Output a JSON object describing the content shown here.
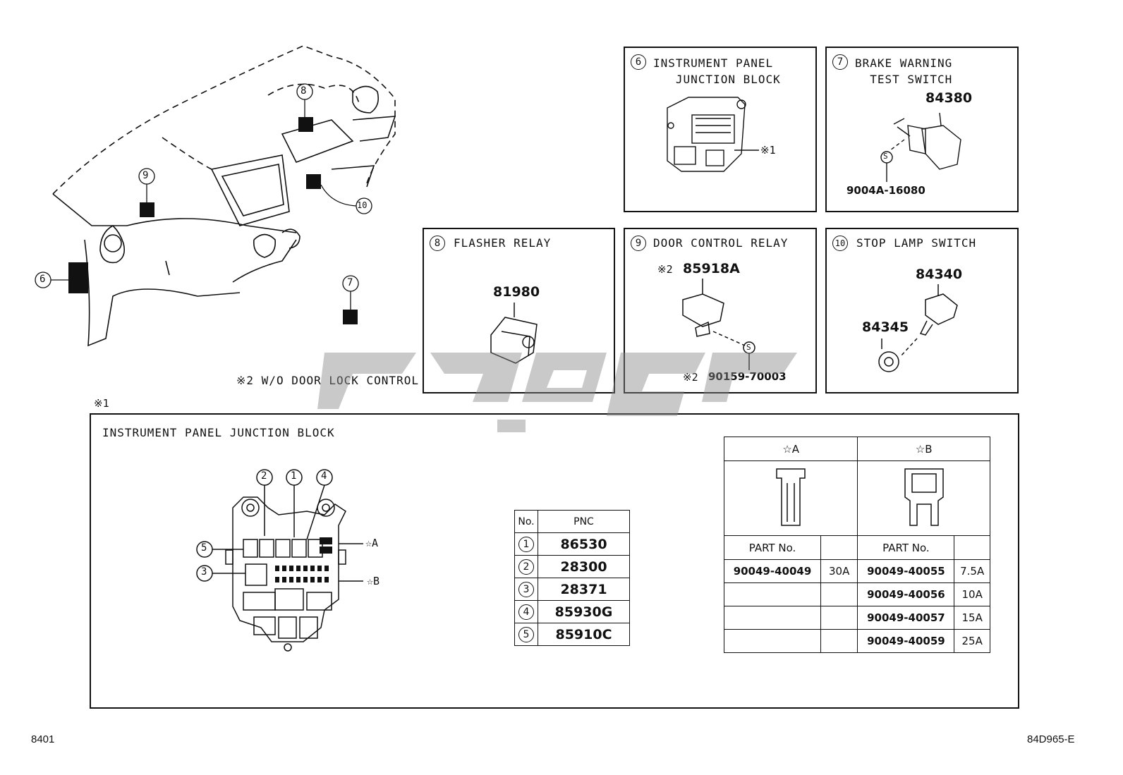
{
  "panels": {
    "p6": {
      "num": "6",
      "title": "INSTRUMENT PANEL\n   JUNCTION BLOCK",
      "note": "※1"
    },
    "p7": {
      "num": "7",
      "title": "BRAKE WARNING\n  TEST SWITCH",
      "part": "84380",
      "screw": "9004A-16080",
      "screw_mark": "S"
    },
    "p8": {
      "num": "8",
      "title": "FLASHER RELAY",
      "part": "81980"
    },
    "p9": {
      "num": "9",
      "title": "DOOR CONTROL RELAY",
      "part_prefix": "※2",
      "part": "85918A",
      "screw_prefix": "※2",
      "screw": "90159-70003",
      "screw_mark": "S"
    },
    "p10": {
      "num": "10",
      "title": "STOP LAMP SWITCH",
      "part1": "84340",
      "part2": "84345"
    }
  },
  "overview": {
    "callouts": [
      "8",
      "9",
      "10",
      "6",
      "7"
    ],
    "note": "※2 W/O DOOR LOCK CONTROL"
  },
  "junction": {
    "ref_mark": "※1",
    "title": "INSTRUMENT PANEL JUNCTION BLOCK",
    "callouts": [
      "2",
      "1",
      "4",
      "5",
      "3"
    ],
    "star_a": "☆A",
    "star_b": "☆B",
    "pnc_table": {
      "headers": [
        "No.",
        "PNC"
      ],
      "rows": [
        {
          "no": "1",
          "pnc": "86530"
        },
        {
          "no": "2",
          "pnc": "28300"
        },
        {
          "no": "3",
          "pnc": "28371"
        },
        {
          "no": "4",
          "pnc": "85930G"
        },
        {
          "no": "5",
          "pnc": "85910C"
        }
      ]
    },
    "fuse_table": {
      "col_a": "☆A",
      "col_b": "☆B",
      "part_header": "PART No.",
      "a_rows": [
        {
          "part": "90049-40049",
          "amp": "30A"
        }
      ],
      "b_rows": [
        {
          "part": "90049-40055",
          "amp": "7.5A"
        },
        {
          "part": "90049-40056",
          "amp": "10A"
        },
        {
          "part": "90049-40057",
          "amp": "15A"
        },
        {
          "part": "90049-40059",
          "amp": "25A"
        }
      ]
    }
  },
  "footer": {
    "left": "8401",
    "right": "84D965-E"
  }
}
